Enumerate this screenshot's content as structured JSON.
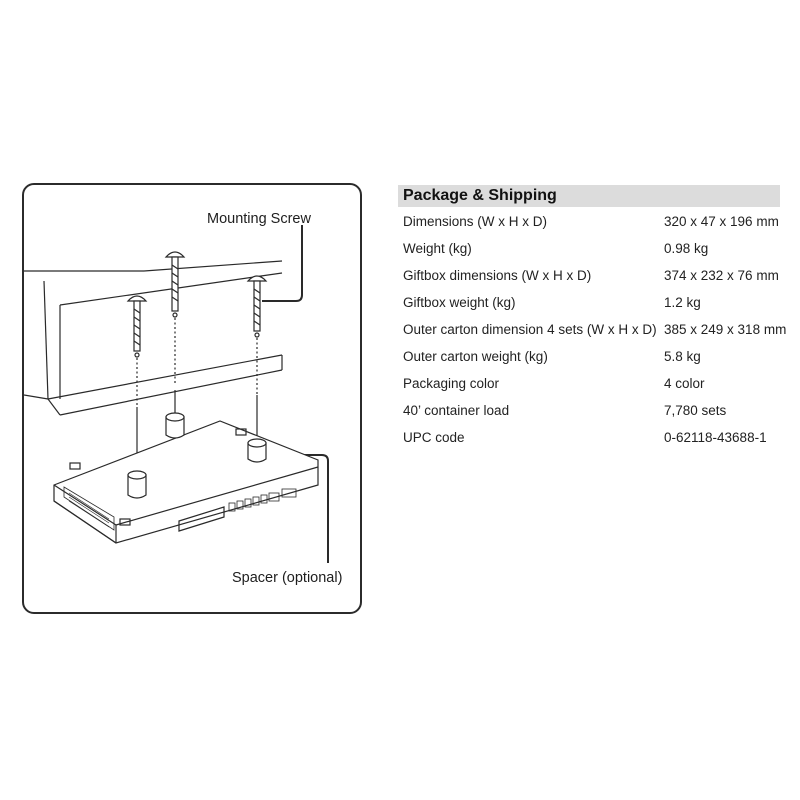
{
  "diagram": {
    "callouts": {
      "mounting_screw": "Mounting Screw",
      "spacer": "Spacer (optional)"
    }
  },
  "spec_table": {
    "title": "Package & Shipping",
    "rows": [
      {
        "label": "Dimensions (W x H x D)",
        "value": "320 x 47 x 196 mm"
      },
      {
        "label": "Weight (kg)",
        "value": "0.98 kg"
      },
      {
        "label": "Giftbox dimensions (W x H x D)",
        "value": "374 x 232 x 76 mm"
      },
      {
        "label": "Giftbox weight (kg)",
        "value": "1.2 kg"
      },
      {
        "label": "Outer carton dimension 4 sets (W x H x D)",
        "value": "385 x 249 x 318 mm"
      },
      {
        "label": "Outer carton weight (kg)",
        "value": "5.8 kg"
      },
      {
        "label": "Packaging color",
        "value": "4 color"
      },
      {
        "label": "40’ container load",
        "value": "7,780 sets"
      },
      {
        "label": "UPC code",
        "value": "0-62118-43688-1"
      }
    ]
  }
}
